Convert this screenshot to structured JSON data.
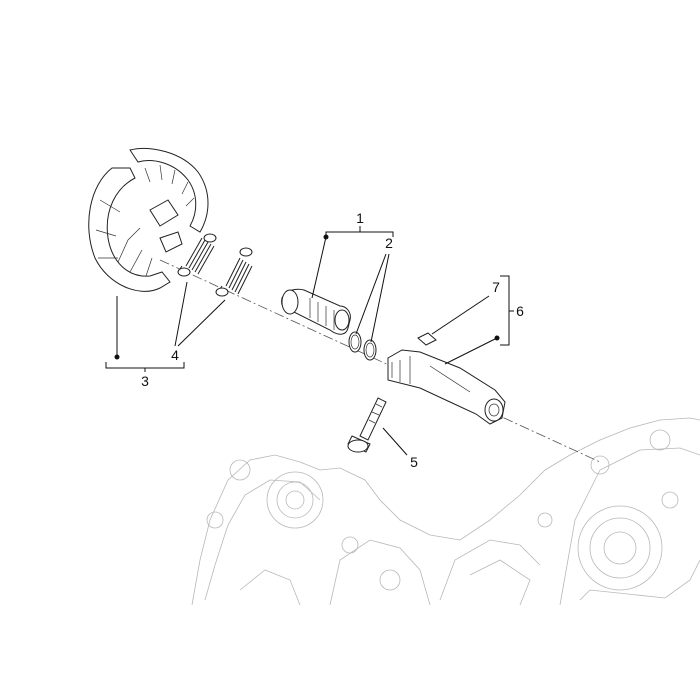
{
  "diagram": {
    "callouts": {
      "c1": "1",
      "c2": "2",
      "c3": "3",
      "c4": "4",
      "c5": "5",
      "c6": "6",
      "c7": "7"
    },
    "parts": [
      {
        "id": "brake-shoes",
        "callout": "3"
      },
      {
        "id": "return-springs",
        "callout": "4"
      },
      {
        "id": "brake-cam-shaft",
        "callout": "1"
      },
      {
        "id": "o-rings",
        "callout": "2"
      },
      {
        "id": "brake-lever",
        "callout": "6"
      },
      {
        "id": "lever-pin",
        "callout": "7"
      },
      {
        "id": "lever-bolt",
        "callout": "5"
      }
    ],
    "colors": {
      "line": "#222222",
      "background": "#ffffff",
      "ghost_casing": "#b8b8b8"
    }
  }
}
